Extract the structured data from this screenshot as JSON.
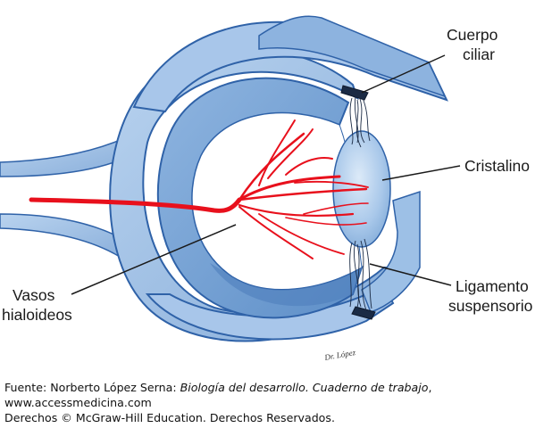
{
  "labels": {
    "cuerpo_ciliar": [
      "Cuerpo",
      "ciliar"
    ],
    "cristalino": "Cristalino",
    "ligamento_suspensorio": [
      "Ligamento",
      "suspensorio"
    ],
    "vasos_hialoideos": [
      "Vasos",
      "hialoideos"
    ]
  },
  "signature": "Dr. López",
  "caption": {
    "source_prefix": "Fuente: Norberto López Serna: ",
    "book_title": "Biología del desarrollo. Cuaderno de trabajo",
    "source_suffix": ",",
    "website": "www.accessmedicina.com",
    "rights": "Derechos © McGraw-Hill Education. Derechos Reservados."
  },
  "colors": {
    "outer_tissue": "#9dc0e6",
    "mid_tissue": "#7ea8d6",
    "dark_tissue": "#5a8cc6",
    "outline": "#2f62a8",
    "lens": "#a9c8ea",
    "vessels": "#e8101c"
  }
}
